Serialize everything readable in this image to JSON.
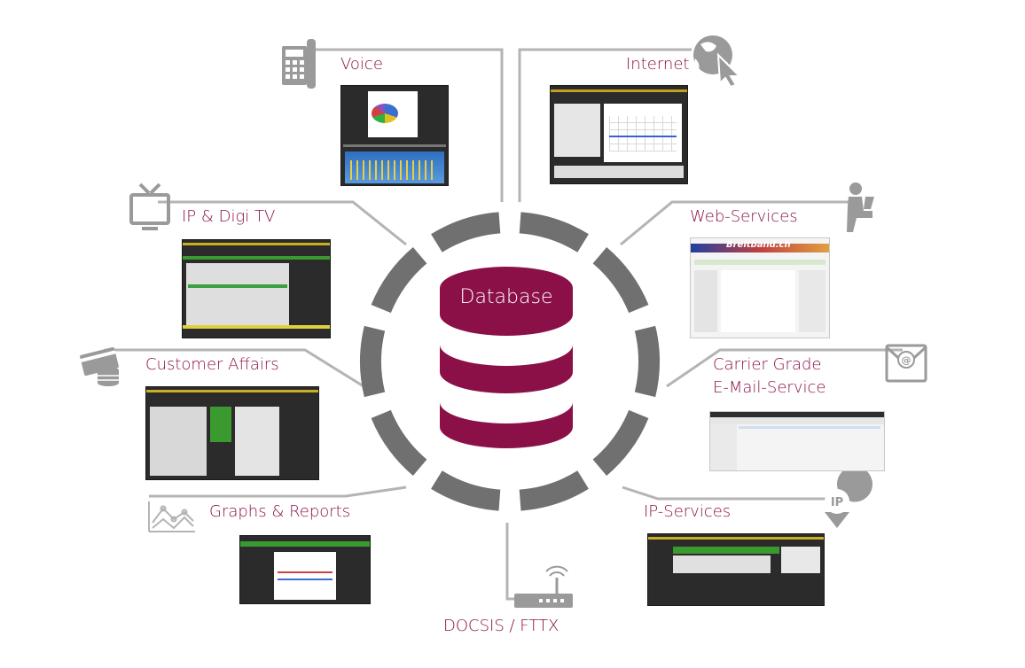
{
  "center": {
    "label": "Database"
  },
  "nodes": [
    {
      "id": "voice",
      "label": "Voice",
      "icon": "phone-icon"
    },
    {
      "id": "internet",
      "label": "Internet",
      "icon": "globe-cursor-icon"
    },
    {
      "id": "iptv",
      "label": "IP & Digi TV",
      "icon": "tv-icon"
    },
    {
      "id": "web",
      "label": "Web-Services",
      "icon": "person-laptop-icon"
    },
    {
      "id": "customer",
      "label": "Customer Affairs",
      "icon": "card-coins-icon"
    },
    {
      "id": "mail_line1",
      "label": "Carrier Grade",
      "icon": "email-icon"
    },
    {
      "id": "mail_line2",
      "label": "E-Mail-Service"
    },
    {
      "id": "graphs",
      "label": "Graphs & Reports",
      "icon": "line-graph-icon"
    },
    {
      "id": "ipservices",
      "label": "IP-Services",
      "icon": "ip-pin-icon"
    },
    {
      "id": "docsis",
      "label": "DOCSIS / FTTX",
      "icon": "router-icon"
    }
  ],
  "thumbnails": {
    "web_logo": "Breitband.ch"
  },
  "colors": {
    "accent": "#8b1048",
    "ring": "#707070",
    "line": "#b4b4b4",
    "icon": "#9a9a9a",
    "label": "#8b1048"
  }
}
